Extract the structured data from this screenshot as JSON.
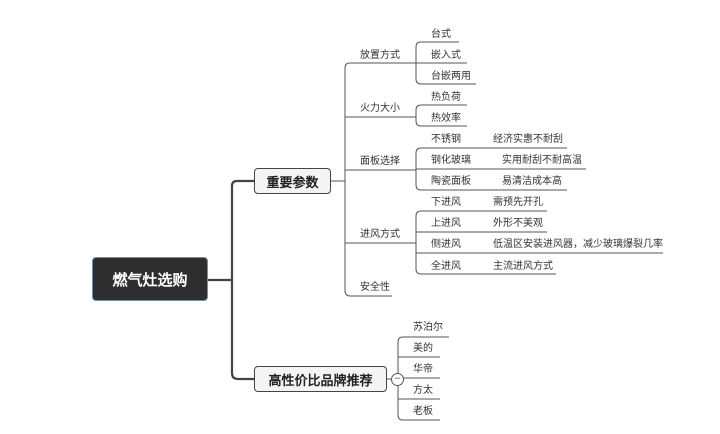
{
  "root": "燃气灶选购",
  "branches": [
    {
      "label": "重要参数",
      "children": [
        {
          "label": "放置方式",
          "children": [
            {
              "label": "台式"
            },
            {
              "label": "嵌入式"
            },
            {
              "label": "台嵌两用"
            }
          ]
        },
        {
          "label": "火力大小",
          "children": [
            {
              "label": "热负荷"
            },
            {
              "label": "热效率"
            }
          ]
        },
        {
          "label": "面板选择",
          "children": [
            {
              "label": "不锈钢",
              "note": "经济实惠不耐刮"
            },
            {
              "label": "钢化玻璃",
              "note": "实用耐刮不耐高温"
            },
            {
              "label": "陶瓷面板",
              "note": "易清洁成本高"
            }
          ]
        },
        {
          "label": "进风方式",
          "children": [
            {
              "label": "下进风",
              "note": "需预先开孔"
            },
            {
              "label": "上进风",
              "note": "外形不美观"
            },
            {
              "label": "侧进风",
              "note": "低温区安装进风器，减少玻璃爆裂几率"
            },
            {
              "label": "全进风",
              "note": "主流进风方式"
            }
          ]
        },
        {
          "label": "安全性"
        }
      ]
    },
    {
      "label": "高性价比品牌推荐",
      "toggle": "−",
      "children": [
        {
          "label": "苏泊尔"
        },
        {
          "label": "美的"
        },
        {
          "label": "华帝"
        },
        {
          "label": "方太"
        },
        {
          "label": "老板"
        }
      ]
    }
  ]
}
